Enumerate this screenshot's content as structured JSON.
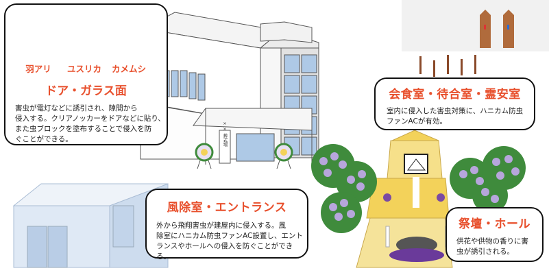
{
  "callouts": {
    "door": {
      "title": "ドア・ガラス面",
      "lines": [
        "害虫が電灯などに誘引され、隙間から",
        "侵入する。クリアノッカーをドアなどに貼り、",
        "また虫ブロックを塗布することで侵入を防",
        "ぐことができる。"
      ]
    },
    "hall": {
      "title": "会食室・待合室・霊安室",
      "lines": [
        "室内に侵入した害虫対策に、ハニカム防虫",
        "ファンACが有効。"
      ]
    },
    "entrance": {
      "title": "風除室・エントランス",
      "lines": [
        "外から飛翔害虫が建屋内に侵入する。風",
        "除室にハニカム防虫ファンAC設置し、エント",
        "ランスやホールへの侵入を防ぐことができる。"
      ]
    },
    "altar": {
      "title": "祭壇・ホール",
      "lines": [
        "供花や供物の香りに害",
        "虫が誘引される。"
      ]
    }
  },
  "insects": [
    {
      "name": "羽アリ",
      "icon": "winged-ant-icon"
    },
    {
      "name": "ユスリカ",
      "icon": "midge-icon"
    },
    {
      "name": "カメムシ",
      "icon": "stink-bug-icon"
    }
  ],
  "building": {
    "sign": "×× 葬式場"
  },
  "colors": {
    "title": "#e8502d",
    "glass": "#aec9e6",
    "gold": "#f3d25a",
    "flowers": "#b7a6dc",
    "foliage": "#3f8b3c"
  }
}
